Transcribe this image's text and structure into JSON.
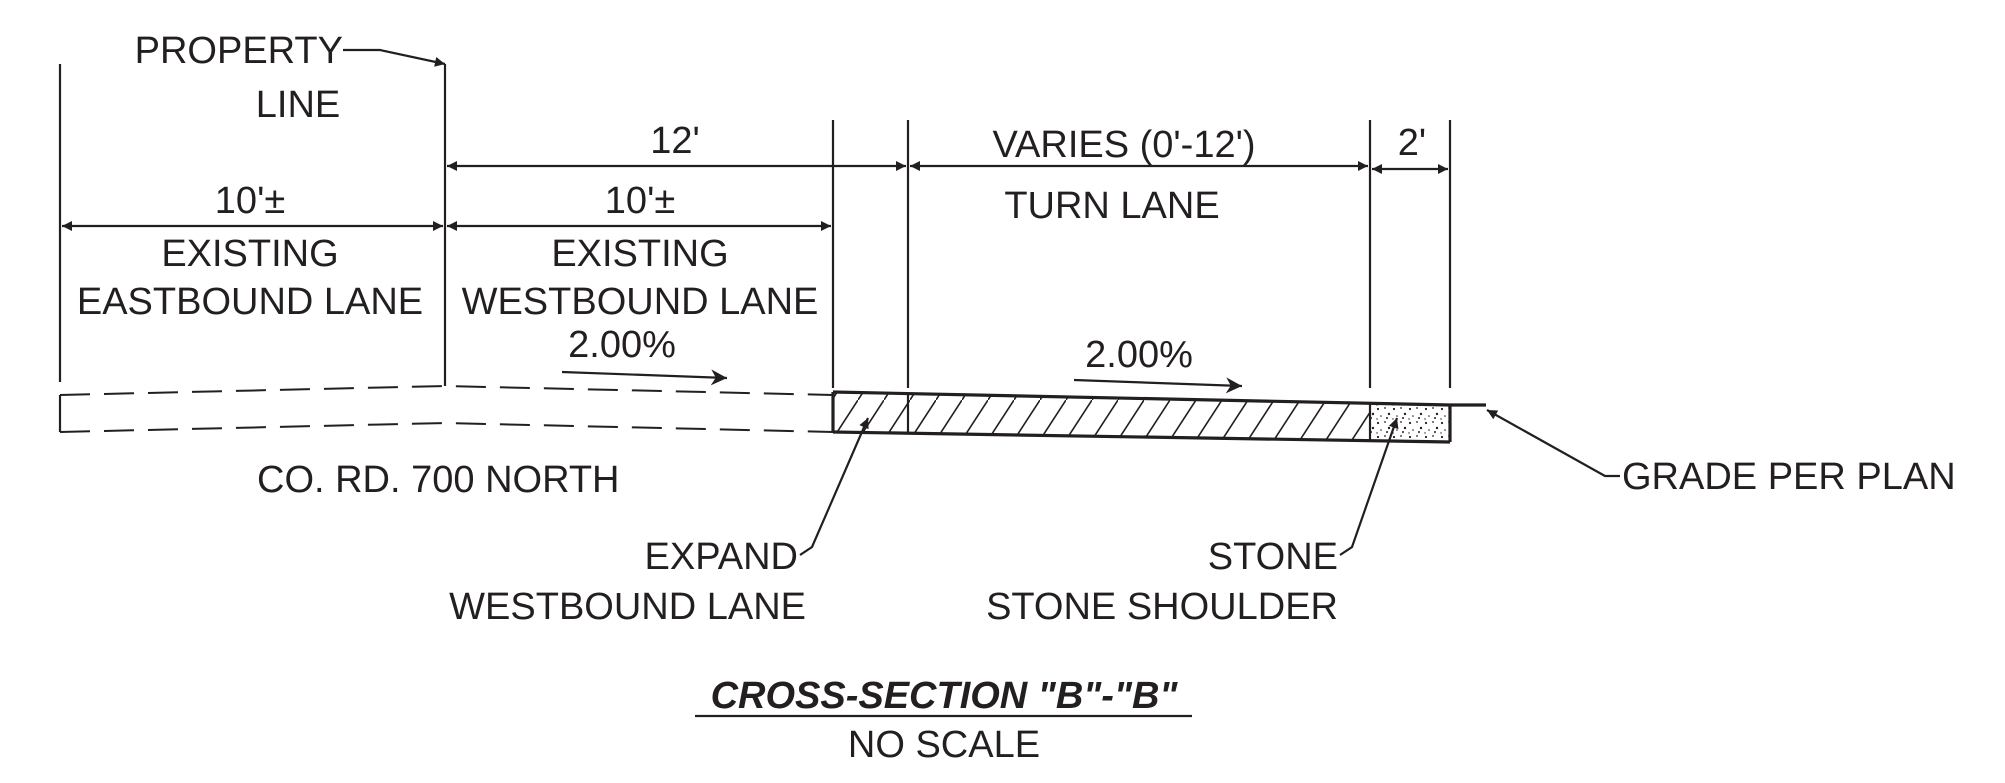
{
  "labels": {
    "property_line_1": "PROPERTY",
    "property_line_2": "LINE",
    "dim_12": "12'",
    "dim_varies": "VARIES (0'-12')",
    "dim_2": "2'",
    "dim_eastbound": "10'±",
    "dim_westbound": "10'±",
    "turn_lane": "TURN LANE",
    "eastbound_1": "EXISTING",
    "eastbound_2": "EASTBOUND LANE",
    "westbound_1": "EXISTING",
    "westbound_2": "WESTBOUND LANE",
    "slope_left": "2.00%",
    "slope_right": "2.00%",
    "road_name": "CO. RD. 700 NORTH",
    "grade": "GRADE PER PLAN",
    "expand_1": "EXPAND",
    "expand_2": "WESTBOUND LANE",
    "stone_1": "STONE",
    "stone_2": "STONE SHOULDER"
  },
  "title": {
    "main": "CROSS-SECTION \"B\"-\"B\"",
    "sub": "NO SCALE"
  },
  "colors": {
    "ink": "#231f20",
    "background": "#ffffff"
  }
}
